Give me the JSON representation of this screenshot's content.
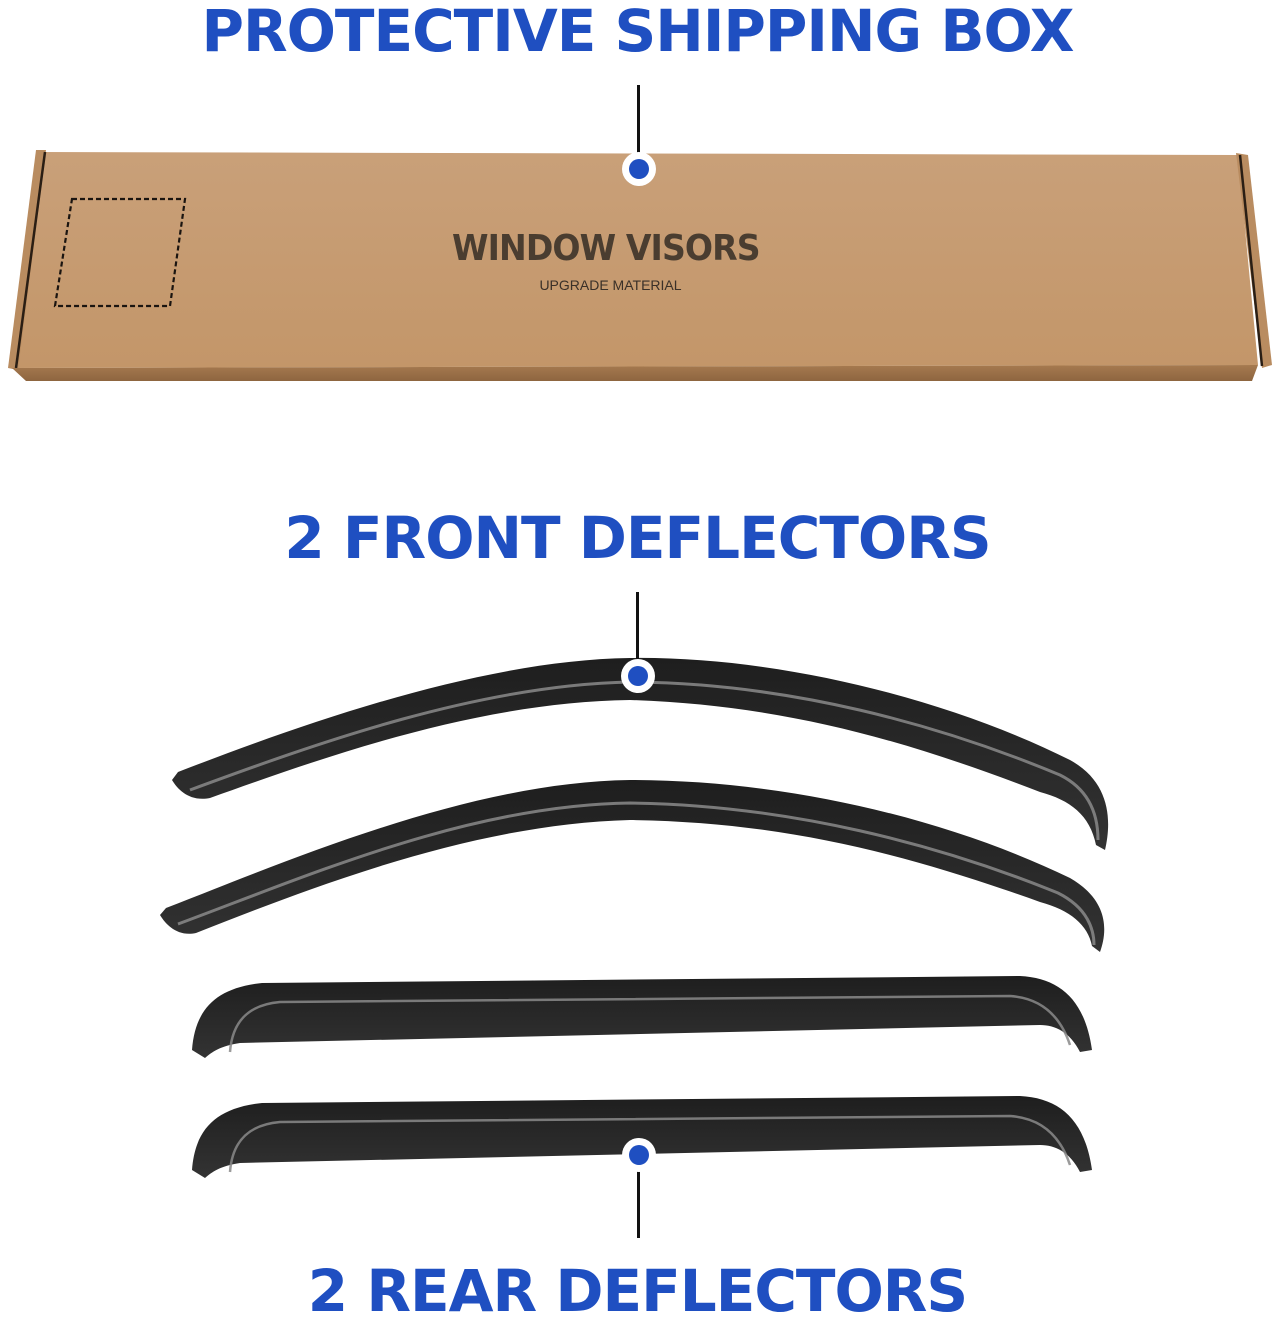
{
  "headings": {
    "box": "PROTECTIVE SHIPPING BOX",
    "front": "2 FRONT DEFLECTORS",
    "rear": "2 REAR DEFLECTORS"
  },
  "box": {
    "title": "WINDOW VISORS",
    "subtitle": "UPGRADE MATERIAL",
    "label_area": "dashed-label-square"
  },
  "products": [
    {
      "name": "front-deflector-1",
      "type": "curved"
    },
    {
      "name": "front-deflector-2",
      "type": "curved"
    },
    {
      "name": "rear-deflector-1",
      "type": "straight"
    },
    {
      "name": "rear-deflector-2",
      "type": "straight"
    }
  ],
  "colors": {
    "accent_blue": "#1f4fc1",
    "cardboard": "#c49a6c",
    "deflector": "#2b2b2b",
    "connector": "#111111",
    "background": "#ffffff"
  }
}
